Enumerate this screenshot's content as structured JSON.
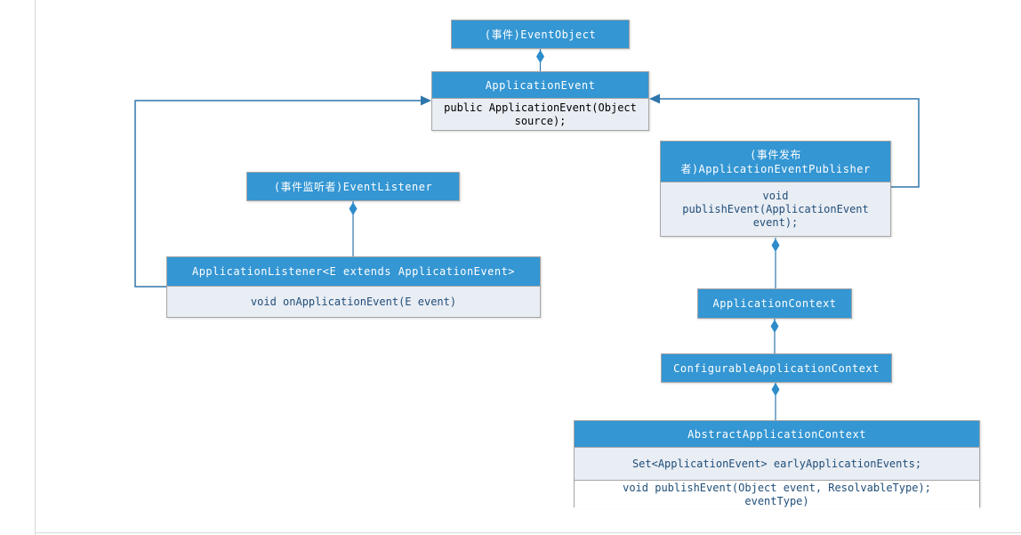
{
  "canvas": {
    "background": "#FFFFFF",
    "frame_color": "#D9D9D9"
  },
  "colors": {
    "node_header_blue": "#3496D3",
    "node_body_fill": "#E9EDF4",
    "node_border_gray": "#A6A6A6",
    "connector_blue": "#2E76AC",
    "diamond_blue": "#2F8CCB",
    "member_text_navy": "#1F4E79",
    "member_text_black": "#000000",
    "header_text_white": "#FFFFFF"
  },
  "nodes": {
    "event_object": {
      "title": "(事件)EventObject"
    },
    "application_event": {
      "title": "ApplicationEvent",
      "member": "public ApplicationEvent(Object\nsource);"
    },
    "event_publisher": {
      "title": "(事件发布\n者)ApplicationEventPublisher",
      "member": "void\npublishEvent(ApplicationEvent\nevent);"
    },
    "event_listener": {
      "title": "(事件监听者)EventListener"
    },
    "application_listener": {
      "title": "ApplicationListener<E extends ApplicationEvent>",
      "member": "void onApplicationEvent(E event)"
    },
    "application_context": {
      "title": "ApplicationContext"
    },
    "configurable_application_context": {
      "title": "ConfigurableApplicationContext"
    },
    "abstract_application_context": {
      "title": "AbstractApplicationContext",
      "field": "Set<ApplicationEvent> earlyApplicationEvents;",
      "method": "void publishEvent(Object event, ResolvableType);\neventType)"
    }
  }
}
